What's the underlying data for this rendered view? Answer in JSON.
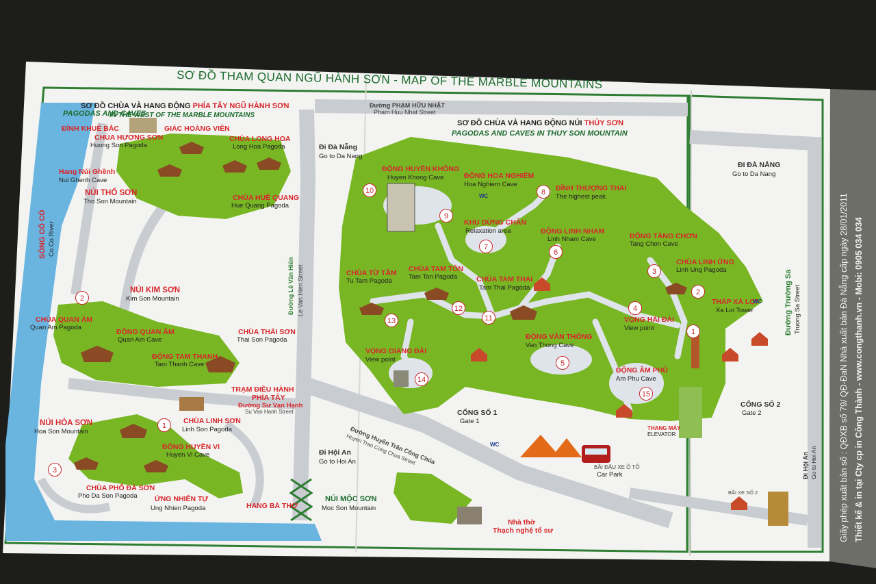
{
  "title": "SƠ ĐỒ THAM QUAN NGŨ HÀNH SƠN - MAP OF THE MARBLE MOUNTAINS",
  "west": {
    "heading_vi_prefix": "SƠ ĐỒ CHÙA VÀ HANG ĐỘNG",
    "heading_vi_red": "PHÍA TÂY NGŨ HÀNH SƠN",
    "heading_en_line1": "PAGODAS AND CAVES",
    "heading_en_line2": "IN THE WEST OF THE MARBLE MOUNTAINS"
  },
  "east": {
    "heading_vi_prefix": "SƠ ĐỒ CHÙA VÀ HANG ĐỘNG NÚI",
    "heading_vi_red": "THỦY SƠN",
    "heading_en": "PAGODAS AND CAVES IN THUY SON MOUNTAIN"
  },
  "labels": {
    "dinh_khue_bac": "ĐỈNH KHUÊ BẮC",
    "giac_hoang_vien": "GIÁC HOÀNG VIÊN",
    "chua_huong_son": "CHÙA HƯƠNG SƠN",
    "huong_son_en": "Huong Son Pagoda",
    "chua_long_hoa": "CHÙA LONG HOA",
    "long_hoa_en": "Long Hoa Pagoda",
    "hang_nui_ghenh": "Hang Núi Ghềnh",
    "nui_ghenh_en": "Nui Ghenh Cave",
    "nui_tho_son": "NÚI THỔ SƠN",
    "tho_son_en": "Tho Son Mountain",
    "chua_hue_quang": "CHÙA HUỆ QUANG",
    "hue_quang_en": "Hue Quang Pagoda",
    "song_co_co": "SÔNG CỔ CÒ",
    "co_co_en": "Co Co River",
    "nui_kim_son": "NÚI KIM SƠN",
    "kim_son_en": "Kim Son Mountain",
    "chua_quan_am": "CHÙA QUAN ÂM",
    "quan_am_pagoda_en": "Quan Am Pagoda",
    "dong_quan_am": "ĐỘNG QUAN ÂM",
    "quan_am_cave_en": "Quan Am Cave",
    "chua_thai_son": "CHÙA THÁI SƠN",
    "thai_son_en": "Thai Son Pagoda",
    "dong_tam_thanh": "ĐỘNG TAM THANH",
    "tam_thanh_en": "Tam Thanh Cave",
    "tram_dieu_hanh_1": "TRẠM ĐIỀU HÀNH",
    "tram_dieu_hanh_2": "PHÍA TÂY",
    "duong_su_van_hanh": "Đường Sư Vạn Hạnh",
    "su_van_hanh_en": "Su Van Hanh Street",
    "nui_hoa_son": "NÚI HỎA SƠN",
    "hoa_son_en": "Hoa Son Mountain",
    "chua_linh_son": "CHÙA LINH SƠN",
    "linh_son_en": "Linh Son Pagoda",
    "dong_huyen_vi": "ĐỘNG HUYỀN VI",
    "huyen_vi_en": "Huyen Vi Cave",
    "chua_pho_da_son": "CHÙA PHỔ ĐÀ SƠN",
    "pho_da_son_en": "Pho Da Son Pagoda",
    "ung_nhien_tu": "ỨNG NHIÊN TỰ",
    "ung_nhien_en": "Ung Nhien Pagoda",
    "hang_ba_tho": "HANG BÀ THƠ",
    "duong_le_van_hien": "Đường Lê Văn Hiến",
    "le_van_hien_en": "Le Van Hien Street",
    "duong_pham_huu_nhat": "Đường PHẠM HỮU NHẬT",
    "pham_huu_nhat_en": "Pham Huu Nhat Street",
    "di_da_nang_left": "Đi Đà Nẵng",
    "go_da_nang_left": "Go to Da Nang",
    "di_hoi_an_left": "Đi Hội An",
    "go_hoi_an_left": "Go to Hoi An",
    "dong_huyen_khong": "ĐỘNG HUYỀN KHÔNG",
    "huyen_khong_en": "Huyen Khong Cave",
    "dong_hoa_nghiem": "ĐỘNG HOA NGHIÊM",
    "hoa_nghiem_en": "Hoa Nghiem Cave",
    "dinh_thuong_thai": "ĐỈNH THƯỢNG THAI",
    "highest_peak_en": "The highest peak",
    "khu_dung_chan": "KHU DỪNG CHÂN",
    "relaxation_en": "Relaxation area",
    "dong_linh_nham": "ĐỘNG LINH NHAM",
    "linh_nham_en": "Linh Nham Cave",
    "dong_tang_chon": "ĐỘNG TÀNG CHƠN",
    "tang_chon_en": "Tang Chon Cave",
    "chua_tu_tam": "CHÙA TỪ TÂM",
    "tu_tam_en": "Tu Tam Pagoda",
    "chua_tam_ton": "CHÙA TAM TÔN",
    "tam_ton_en": "Tam Ton Pagoda",
    "chua_tam_thai": "CHÙA TAM THAI",
    "tam_thai_en": "Tam Thai Pagoda",
    "chua_linh_ung": "CHÙA LINH ỨNG",
    "linh_ung_en": "Linh Ung Pagoda",
    "thap_xa_loi": "THÁP XÁ LỢI",
    "xa_loi_en": "Xa Loi Tower",
    "vong_hai_dai_r": "VỌNG HẢI ĐÀI",
    "view_point_r": "View point",
    "dong_van_thong": "ĐỘNG VÂN THÔNG",
    "van_thong_en": "Van Thong Cave",
    "vong_giang_dai": "VỌNG GIANG ĐÀI",
    "view_point_l": "View point",
    "dong_am_phu": "ĐỘNG ÂM PHỦ",
    "am_phu_en": "Am Phu Cave",
    "cong_so_1": "CỔNG SỐ 1",
    "gate_1": "Gate 1",
    "cong_so_2": "CỔNG SỐ 2",
    "gate_2": "Gate 2",
    "thang_may": "THANG MÁY",
    "elevator": "ELEVATOR",
    "duong_huyen_tran": "Đường Huyền Trân Công Chúa",
    "huyen_tran_en": "Huyen Tran Cong Chua Street",
    "bai_do_xe": "BÃI ĐẬU XE Ô TÔ",
    "car_park": "Car Park",
    "nui_moc_son": "NÚI MỘC SƠN",
    "moc_son_en": "Moc Son Mountain",
    "nha_tho_1": "Nhà thờ",
    "nha_tho_2": "Thạch nghệ tổ sư",
    "di_da_nang_right": "ĐI ĐÀ NẴNG",
    "go_da_nang_right": "Go to Da Nang",
    "duong_truong_sa": "Đường Trường Sa",
    "truong_sa_en": "Truong Sa Street",
    "di_hoi_an_right": "Đi Hội An",
    "go_hoi_an_right": "Go to Hoi An",
    "bai_xe_2": "BÃI XE SỐ 2",
    "wc": "WC"
  },
  "numbers": {
    "west": [
      "1",
      "2",
      "3"
    ],
    "east": [
      "1",
      "2",
      "3",
      "4",
      "5",
      "6",
      "7",
      "8",
      "9",
      "10",
      "11",
      "12",
      "13",
      "14",
      "15"
    ]
  },
  "sidebar": {
    "line1": "Giấy phép xuất bản số : QĐXB số 79/ QĐ-ĐaN Nhà xuất bản Đà Nẵng cấp ngày 28/01/2011",
    "line2": "Thiết kế & in tại Cty cp in Công Thành - www.congthanh.vn - Mobi: 0905 034 034"
  },
  "colors": {
    "green": "#78b624",
    "green_dark": "#2e7d32",
    "river": "#6ab4e0",
    "path": "#dfe3ea",
    "road": "#c9ccd1",
    "red": "#d8262c"
  }
}
